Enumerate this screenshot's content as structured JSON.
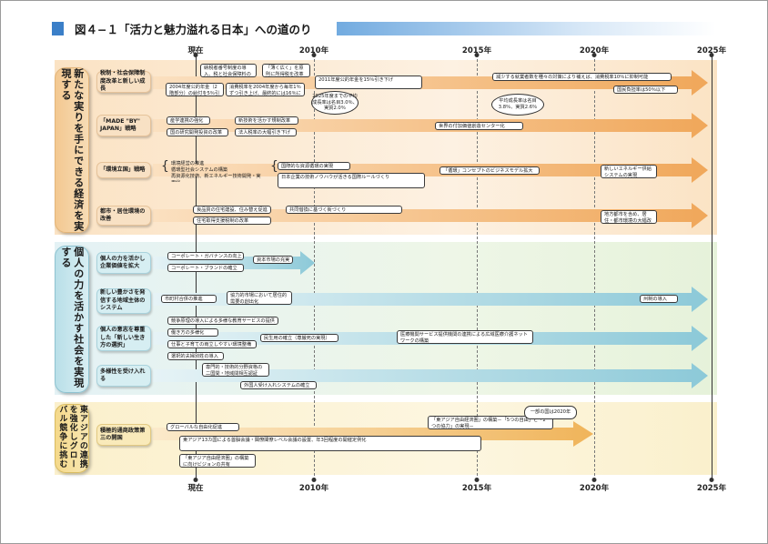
{
  "title": "図４−１「活力と魅力溢れる日本」への道のり",
  "years": {
    "now": "現在",
    "y2010": "2010年",
    "y2015": "2015年",
    "y2020": "2020年",
    "y2025": "2025年"
  },
  "sections": [
    {
      "label": "新たな実りを手にできる経済を実現する",
      "color": "#f7d4a6"
    },
    {
      "label": "個人の力を活かす社会を実現する",
      "color": "#cfe8ec"
    },
    {
      "label": "東アジアの連携を強化しグローバル競争に挑む",
      "color": "#f8e6a8"
    }
  ],
  "categories": {
    "tax": "税制・社会保障制度改革と新しい成長",
    "made": "「MADE \"BY\" JAPAN」戦略",
    "env": "「環境立国」戦略",
    "city": "都市・居住環境の改善",
    "corp": "個人の力を活かし企業価値を拡大",
    "local": "新しい豊かさを発信する地域主体のシステム",
    "life": "個人の意志を尊重した「新しい生き方の選択」",
    "diverse": "多様性を受け入れる",
    "asia": "積極的通商政策第三の開国"
  },
  "boxes": {
    "t1": "納税者番号制度の導入、税と社会保障料の一体徴収",
    "t2": "「薄く広く」を原則に所得税を改革",
    "t3": "2004年度公的年金（2階部分）の給付を5％引き下げ",
    "t4": "消費税率を2004年度から毎年1％ずつ引き上げ、最終的には16％に",
    "t5": "2011年度公的年金を15％引き下げ",
    "t6": "減少する就業者数を種々の対策により補えば、消費税率10％に抑制可能",
    "t7": "国民負担率は50％以下",
    "b1": "2025年度までの平均成長率は名目3.0％、実質2.0％",
    "b2": "平均成長率は名目3.8％、実質2.6％",
    "m1": "産学連携の強化",
    "m2": "新技術を活かす規制改革",
    "m3": "国の研究開発投資の改革",
    "m4": "法人税率の大幅引き下げ",
    "m5": "世界の付加価値創造センター化",
    "e1": "環境経営の推進",
    "e2": "循環型社会システムの構築",
    "e3": "再資源化技術、新エネルギー技術開発・実用化",
    "e4": "国際的な資源循環の実現",
    "e5": "日本企業の技術ノウハウが活きる国際ルールづくり",
    "e6": "「循環」コンセプトのビジネスモデル拡大",
    "e7": "新しいエネルギー供給システムの実現",
    "c1": "良品質の住宅建設、住み替え促進",
    "c2": "共同借換に基づく街づくり",
    "c3": "住宅取得支援税制の改革",
    "c4": "地方都市を含め、居住・都市環境の大幅改善",
    "p1": "コーポレート・ガバナンスの向上",
    "p2": "資本市場の充実",
    "p3": "コーポレート・ブランドの確立",
    "l1": "市町村合併の推進",
    "l2": "協力的市場において居住的需要の創出化",
    "l3": "州制の導入",
    "s1": "競争原理の導入による多様な教育サービスの提供",
    "s2": "働き方の多様化",
    "s3": "民生用の確立（尊厳死の実現）",
    "s4": "医療機関サービス提供機関の連携による広域医療介護ネットワークの構築",
    "s5": "仕事と子育ての両立しやすい環境整備",
    "s6": "選択的夫婦別姓の導入",
    "d1": "専門的・技術的分野資格の二国間・地域間相互認証",
    "d2": "外国人受け入れシステムの確立",
    "a1": "グローバルな自由化促進",
    "a2": "「東アジア自由経済圏」の構築－「5つの自由」と「2つの協力」の実現－",
    "a3": "一部の国は2020年",
    "a4": "東アジア13カ国による首脳会議・閣僚閣僚レベル会議の設置、年3回程度の開催定例化",
    "a5": "「東アジア自由経済圏」の構築に向けビジョンの共有"
  }
}
